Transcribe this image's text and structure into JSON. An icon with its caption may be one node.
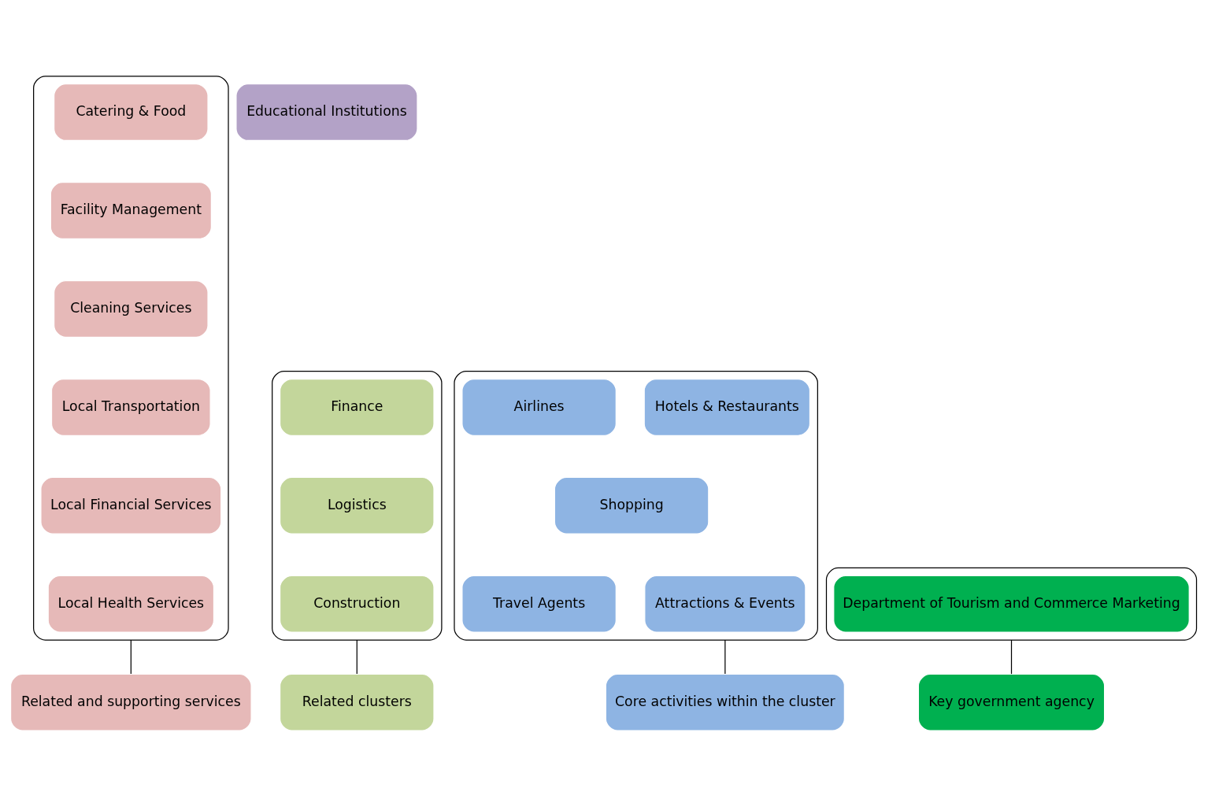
{
  "diagram": {
    "nodes": [
      {
        "text": [],
        "shape": "box"
      },
      {
        "text": [
          "Catering & Food"
        ],
        "in": 0
      },
      {
        "text": [
          "Facility Management"
        ],
        "in": 0
      },
      {
        "text": [
          "Cleaning Services"
        ],
        "in": 0
      },
      {
        "text": [
          "Local Transportation"
        ],
        "in": 0
      },
      {
        "text": [
          "Local Financial Services"
        ],
        "in": 0
      },
      {
        "text": [
          "Local Health Services"
        ],
        "in": 0
      },
      {
        "text": [
          "Educational Institutions"
        ]
      },
      {
        "text": [],
        "shape": "box"
      },
      {
        "text": [
          "Finance"
        ],
        "in": 8
      },
      {
        "text": [
          "Logistics"
        ],
        "in": 8
      },
      {
        "text": [
          "Construction"
        ],
        "in": 8
      },
      {
        "text": [],
        "shape": "box"
      },
      {
        "text": [
          "Hotels & Restaurants"
        ],
        "in": 12
      },
      {
        "text": [
          "Airlines"
        ],
        "in": 12
      },
      {
        "text": [
          "Shopping"
        ],
        "in": 12
      },
      {
        "text": [
          "Travel Agents"
        ],
        "in": 12
      },
      {
        "text": [
          "Attractions & Events"
        ],
        "in": 12
      },
      {
        "text": [],
        "shape": "box"
      },
      {
        "text": [
          "Department of Tourism and Commerce Marketing"
        ],
        "in": 18
      },
      {
        "text": [
          "Related and supporting services"
        ]
      },
      {
        "text": [
          "Core activities within the cluster"
        ]
      },
      {
        "text": [
          "Key government agency"
        ]
      },
      {
        "text": [
          "Related clusters"
        ]
      }
    ],
    "edges": [
      {
        "from": 0,
        "to": 20,
        "arrow": "none"
      },
      {
        "from": 12,
        "to": 21,
        "arrow": "none"
      },
      {
        "from": 18,
        "to": 22,
        "arrow": "none"
      },
      {
        "from": 8,
        "to": 23,
        "arrow": "none"
      }
    ]
  }
}
